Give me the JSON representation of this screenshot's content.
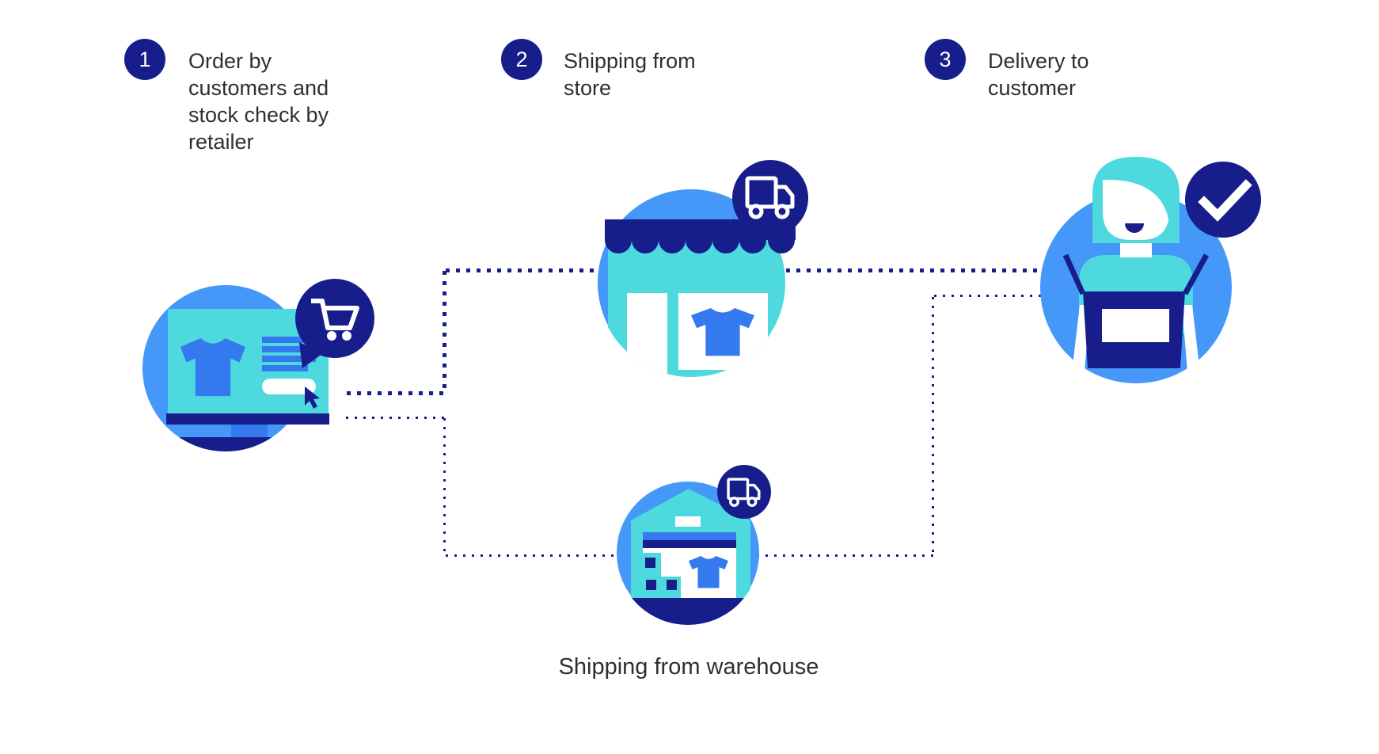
{
  "palette": {
    "navy": "#171e8b",
    "blue": "#4598f8",
    "accent_blue": "#3579ee",
    "teal": "#4dd9de",
    "text": "#2f2f2f",
    "white": "#ffffff"
  },
  "steps": [
    {
      "number": "1",
      "label": "Order by customers and stock check by retailer",
      "illustration": "laptop-online-order",
      "badge_icon": "shopping-cart"
    },
    {
      "number": "2",
      "label": "Shipping from store",
      "illustration": "storefront",
      "badge_icon": "delivery-truck"
    },
    {
      "number": "3",
      "label": "Delivery to customer",
      "illustration": "customer-receiving-box",
      "badge_icon": "checkmark"
    }
  ],
  "alternate_route": {
    "caption": "Shipping from warehouse",
    "illustration": "warehouse",
    "badge_icon": "delivery-truck"
  }
}
